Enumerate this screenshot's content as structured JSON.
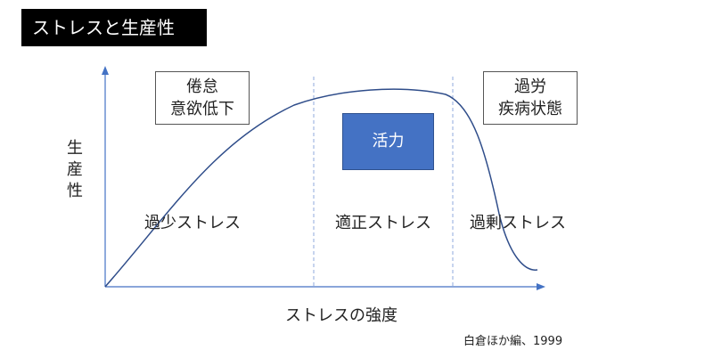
{
  "title": "ストレスと生産性",
  "y_axis_label": [
    "生",
    "産",
    "性"
  ],
  "x_axis_label": "ストレスの強度",
  "box_fatigue": [
    "倦怠",
    "意欲低下"
  ],
  "box_overwork": [
    "過労",
    "疾病状態"
  ],
  "box_active": "活力",
  "zones": {
    "low": "過少ストレス",
    "optimal": "適正ストレス",
    "excess": "過剰ストレス"
  },
  "citation": "白倉ほか編、1999",
  "colors": {
    "axis": "#4472c4",
    "curve": "#2f4d8a",
    "active_fill": "#4472c4",
    "title_bg": "#000000"
  }
}
